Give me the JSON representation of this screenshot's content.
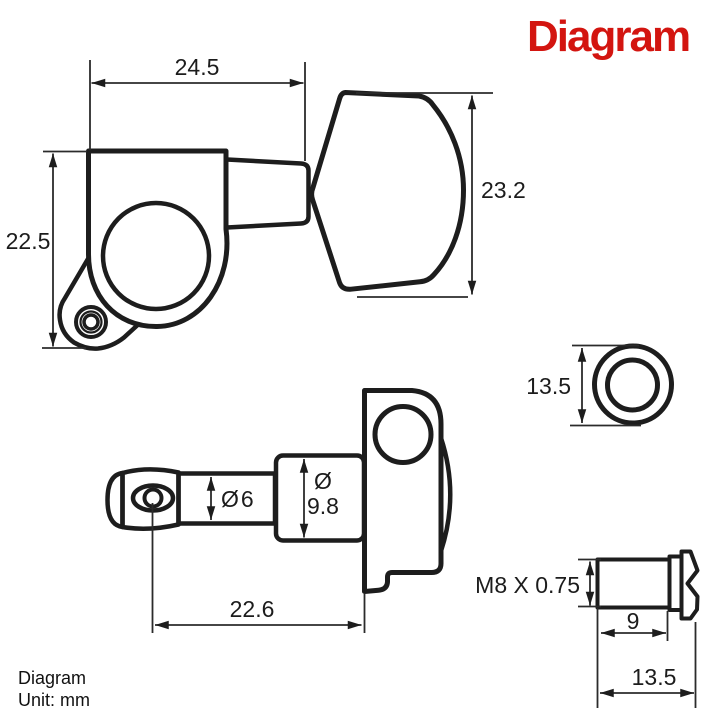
{
  "header": {
    "title": "Diagram",
    "title_color": "#d31510"
  },
  "footer": {
    "caption": "Diagram",
    "unit_note": "Unit: mm"
  },
  "top_view": {
    "dim_width_mm": "24.5",
    "dim_height_mm": "22.5",
    "dim_button_height_mm": "23.2"
  },
  "bushing_view": {
    "dim_outer_diameter_mm": "13.5"
  },
  "side_view": {
    "dim_post_diameter": "Ø6",
    "dim_bore_symbol": "Ø",
    "dim_bore_value": "9.8",
    "dim_length_mm": "22.6"
  },
  "screw_view": {
    "dim_thread_spec": "M8 X 0.75",
    "dim_shank_length_mm": "9",
    "dim_overall_length_mm": "13.5"
  }
}
